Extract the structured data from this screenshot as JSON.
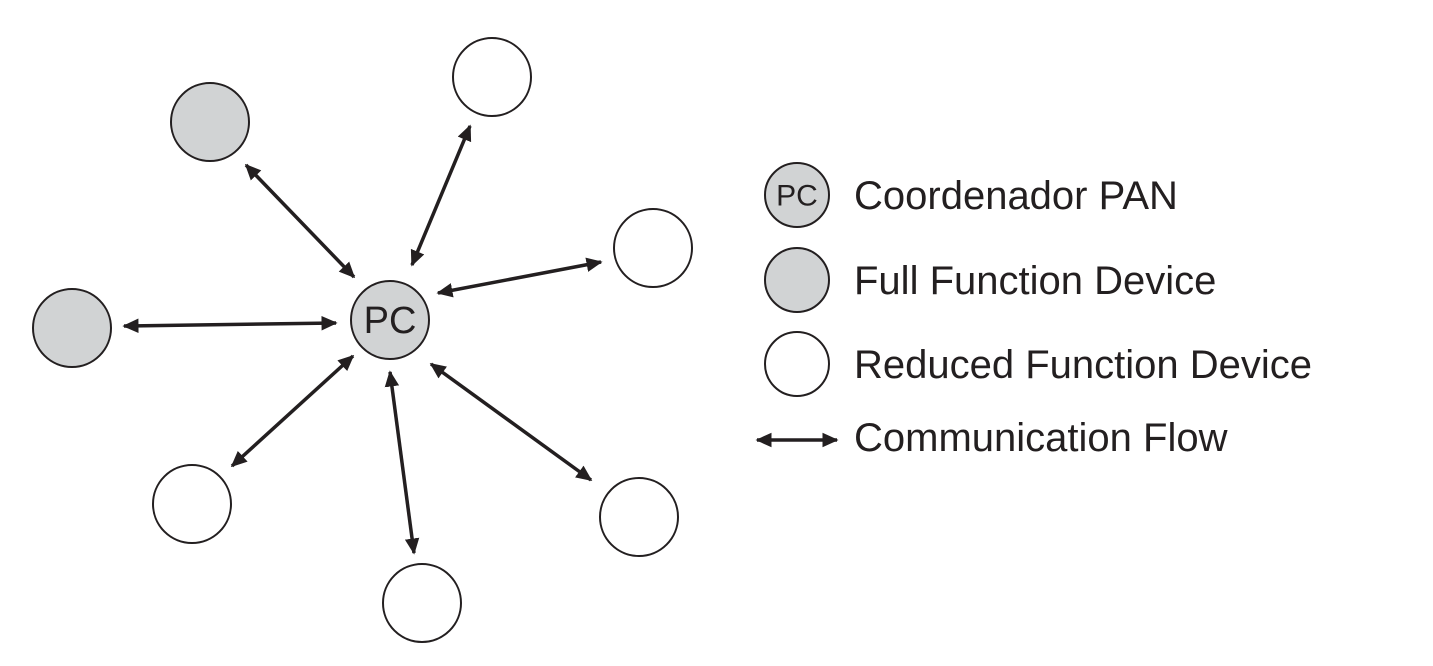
{
  "colors": {
    "stroke": "#231f20",
    "ffd_fill": "#d1d3d4",
    "rfd_fill": "#ffffff",
    "background": "#ffffff"
  },
  "diagram": {
    "coordinator_label": "PC",
    "nodes": [
      {
        "id": "coordinator",
        "type": "pan-coordinator"
      },
      {
        "id": "ffd-top-left",
        "type": "full-function-device"
      },
      {
        "id": "ffd-left",
        "type": "full-function-device"
      },
      {
        "id": "rfd-top",
        "type": "reduced-function-device"
      },
      {
        "id": "rfd-right",
        "type": "reduced-function-device"
      },
      {
        "id": "rfd-bottom-right",
        "type": "reduced-function-device"
      },
      {
        "id": "rfd-bottom",
        "type": "reduced-function-device"
      },
      {
        "id": "rfd-bottom-left",
        "type": "reduced-function-device"
      }
    ],
    "links": [
      {
        "from": "coordinator",
        "to": "ffd-top-left",
        "direction": "bidirectional"
      },
      {
        "from": "coordinator",
        "to": "ffd-left",
        "direction": "bidirectional"
      },
      {
        "from": "coordinator",
        "to": "rfd-top",
        "direction": "bidirectional"
      },
      {
        "from": "coordinator",
        "to": "rfd-right",
        "direction": "bidirectional"
      },
      {
        "from": "coordinator",
        "to": "rfd-bottom-right",
        "direction": "bidirectional"
      },
      {
        "from": "coordinator",
        "to": "rfd-bottom",
        "direction": "bidirectional"
      },
      {
        "from": "coordinator",
        "to": "rfd-bottom-left",
        "direction": "bidirectional"
      }
    ]
  },
  "legend": {
    "coordinator_icon_label": "PC",
    "coordinator": "Coordenador PAN",
    "full_function_device": "Full Function Device",
    "reduced_function_device": "Reduced Function Device",
    "communication_flow": "Communication Flow"
  }
}
